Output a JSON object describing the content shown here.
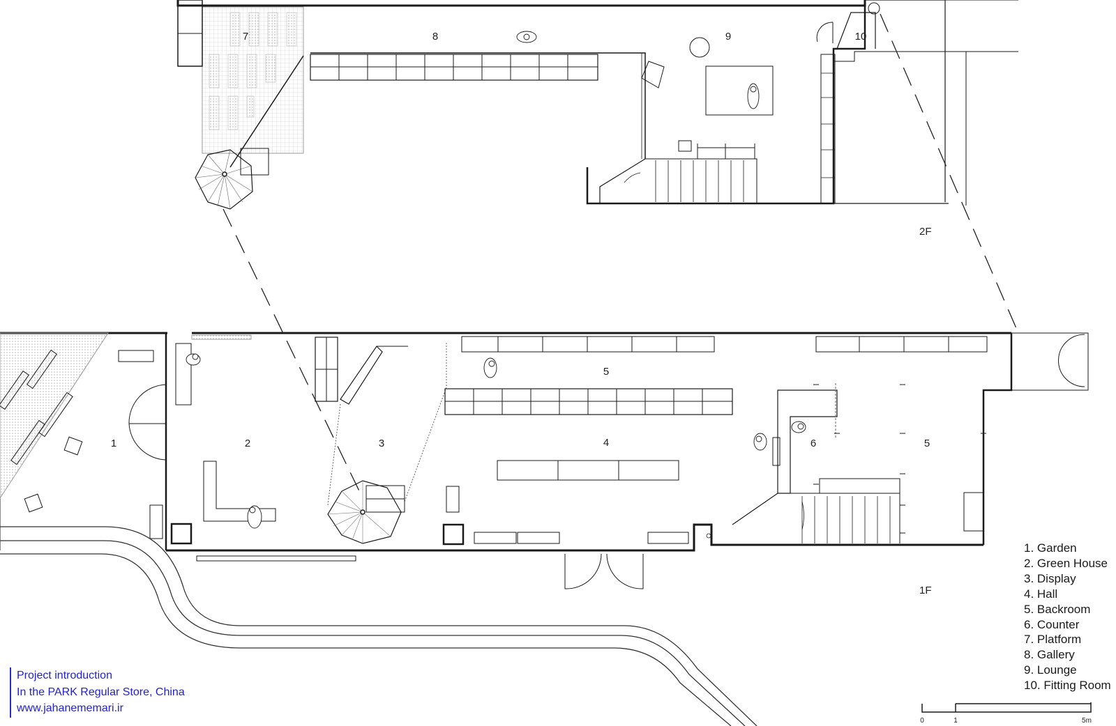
{
  "rooms_2f": [
    {
      "id": "r7",
      "label": "7"
    },
    {
      "id": "r8",
      "label": "8"
    },
    {
      "id": "r9",
      "label": "9"
    },
    {
      "id": "r10",
      "label": "10"
    }
  ],
  "rooms_1f": [
    {
      "id": "r1",
      "label": "1"
    },
    {
      "id": "r2",
      "label": "2"
    },
    {
      "id": "r3",
      "label": "3"
    },
    {
      "id": "r4",
      "label": "4"
    },
    {
      "id": "r5a",
      "label": "5"
    },
    {
      "id": "r5b",
      "label": "5"
    },
    {
      "id": "r6",
      "label": "6"
    }
  ],
  "floors": {
    "upper": "2F",
    "lower": "1F"
  },
  "legend": [
    "1. Garden",
    "2. Green House",
    "3. Display",
    "4. Hall",
    "5. Backroom",
    "6. Counter",
    "7. Platform",
    "8. Gallery",
    "9. Lounge",
    "10. Fitting Room"
  ],
  "scale": {
    "ticks": [
      "0",
      "1",
      "5m"
    ]
  },
  "intro": {
    "line1": "Project introduction",
    "line2": "In the PARK Regular Store, China",
    "line3": "www.jahanememari.ir"
  },
  "colors": {
    "line": "#1a1a1a",
    "light_line": "#777777",
    "intro_text": "#2323c8",
    "hatch": "#bbbbbb"
  }
}
